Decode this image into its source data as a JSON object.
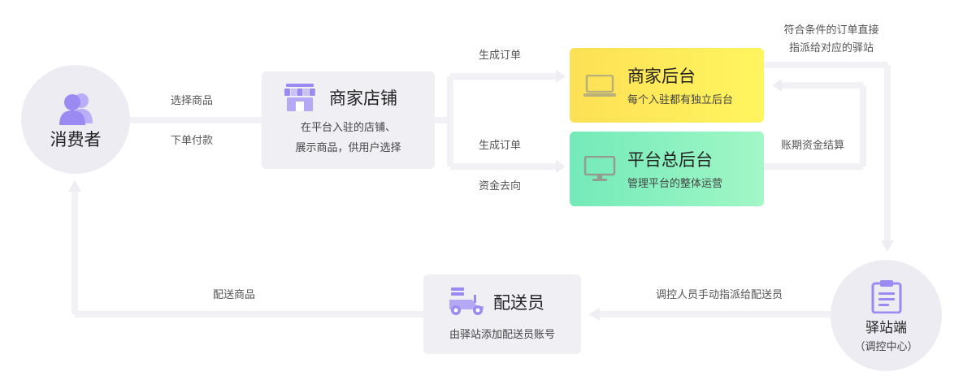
{
  "nodes": {
    "consumer": {
      "title": "消费者"
    },
    "merchant_store": {
      "title": "商家店铺",
      "desc_line1": "在平台入驻的店铺、",
      "desc_line2": "展示商品，供用户选择"
    },
    "merchant_backend": {
      "title": "商家后台",
      "desc": "每个入驻都有独立后台"
    },
    "platform_backend": {
      "title": "平台总后台",
      "desc": "管理平台的整体运营"
    },
    "station": {
      "title": "驿站端",
      "subtitle": "（调控中心）"
    },
    "courier": {
      "title": "配送员",
      "desc": "由驿站添加配送员账号"
    }
  },
  "edges": {
    "select_goods": "选择商品",
    "pay_order": "下单付款",
    "order_to_merchant": "生成订单",
    "order_to_platform": "生成订单",
    "funds_flow": "资金去向",
    "direct_dispatch_line1": "符合条件的订单直接",
    "direct_dispatch_line2": "指派给对应的驿站",
    "settlement": "账期资金结算",
    "manual_assign": "调控人员手动指派给配送员",
    "deliver_goods": "配送商品"
  },
  "colors": {
    "circle_bg": "#edecf3",
    "card_bg": "#f0eff4",
    "merchant_backend_gradient": [
      "#fde055",
      "#fff55f"
    ],
    "platform_backend_gradient": [
      "#74eab9",
      "#a2f7c6"
    ],
    "icon_purple": "#9a8af2",
    "icon_gray": "#939c90",
    "connector": "#f2f1f6"
  },
  "icons": {
    "consumer": "users-icon",
    "merchant_store": "storefront-icon",
    "merchant_backend": "laptop-icon",
    "platform_backend": "monitor-icon",
    "station": "clipboard-icon",
    "courier": "scooter-icon"
  }
}
